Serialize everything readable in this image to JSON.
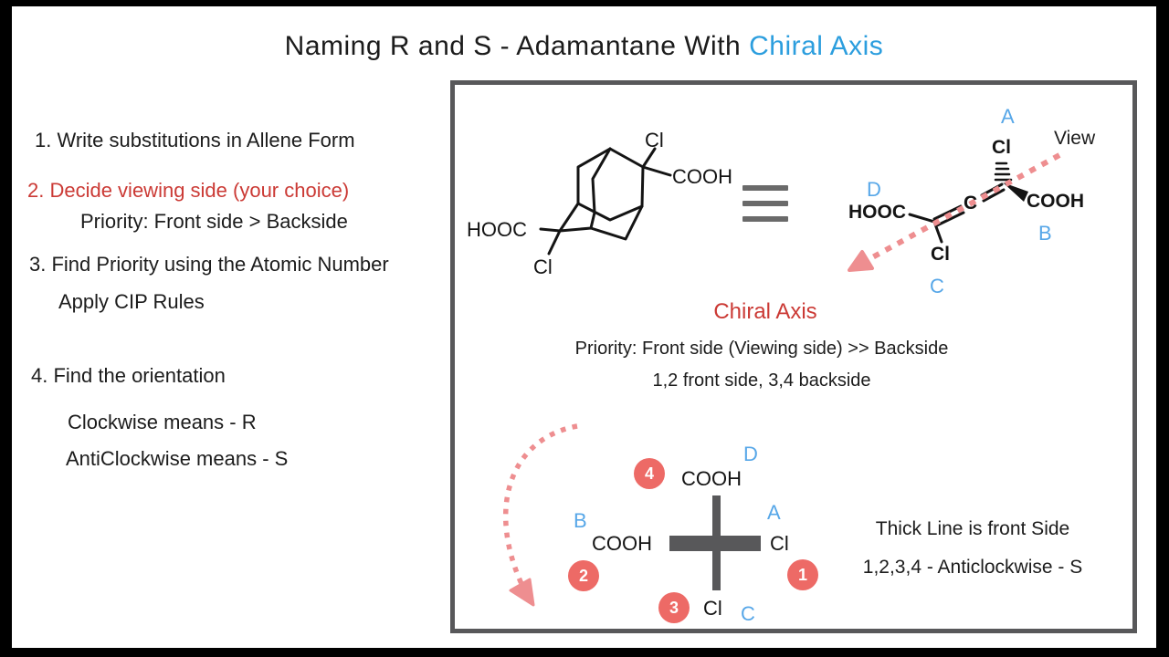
{
  "title": {
    "black": "Naming R and S - Adamantane With ",
    "blue": "Chiral Axis"
  },
  "steps": {
    "s1": "1. Write substitutions in Allene Form",
    "s2": "2. Decide viewing side (your choice)",
    "s2_sub": "Priority: Front side > Backside",
    "s3": "3. Find Priority using the Atomic Number",
    "s3_sub": "Apply CIP Rules",
    "s4": "4. Find the orientation",
    "s4_sub1": "Clockwise means - R",
    "s4_sub2": "AntiClockwise means - S"
  },
  "panel": {
    "adamantane": {
      "cl_top": "Cl",
      "cooh": "COOH",
      "hooc": "HOOC",
      "cl_bottom": "Cl"
    },
    "allene": {
      "a": "A",
      "b": "B",
      "c": "C",
      "d": "D",
      "view_label": "View",
      "cl_top": "Cl",
      "c_center": "C",
      "cooh": "COOH",
      "hooc": "HOOC",
      "cl_bottom": "Cl"
    },
    "chiral_axis_label": "Chiral Axis",
    "priority_line1": "Priority: Front side (Viewing side) >> Backside",
    "priority_line2": "1,2 front side, 3,4 backside",
    "cross": {
      "cooh_top": "COOH",
      "cooh_left": "COOH",
      "cl_right": "Cl",
      "cl_bottom": "Cl",
      "a": "A",
      "b": "B",
      "c": "C",
      "d": "D",
      "num1": "1",
      "num2": "2",
      "num3": "3",
      "num4": "4"
    },
    "note_line1": "Thick Line is front Side",
    "note_line2": "1,2,3,4 - Anticlockwise - S"
  },
  "colors": {
    "title_blue": "#2c9ede",
    "label_blue": "#57a7e8",
    "accent_red": "#cb3a35",
    "arrow_salmon": "#ee8e90",
    "circle_red": "#ed6a66",
    "frame_gray": "#58585a"
  }
}
